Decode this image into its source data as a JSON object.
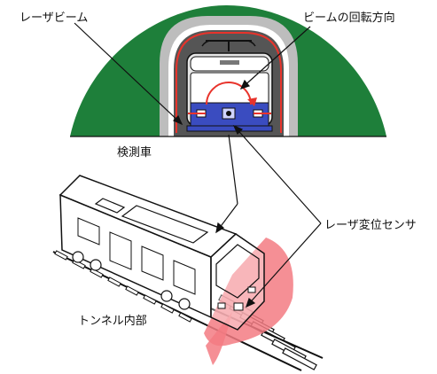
{
  "labels": {
    "laser_beam": "レーザビーム",
    "beam_rotation": "ビームの回転方向",
    "inspection_car": "検測車",
    "laser_sensor": "レーザ変位センサ",
    "tunnel_interior": "トンネル内部"
  },
  "colors": {
    "tunnel_green": "#1e7f3a",
    "tunnel_lining": "#bdbdbd",
    "tunnel_inner": "#555555",
    "beam_red": "#e8332b",
    "laser_pink": "#f37b82",
    "train_front_blue": "#3a4cc0",
    "line_black": "#111111"
  }
}
